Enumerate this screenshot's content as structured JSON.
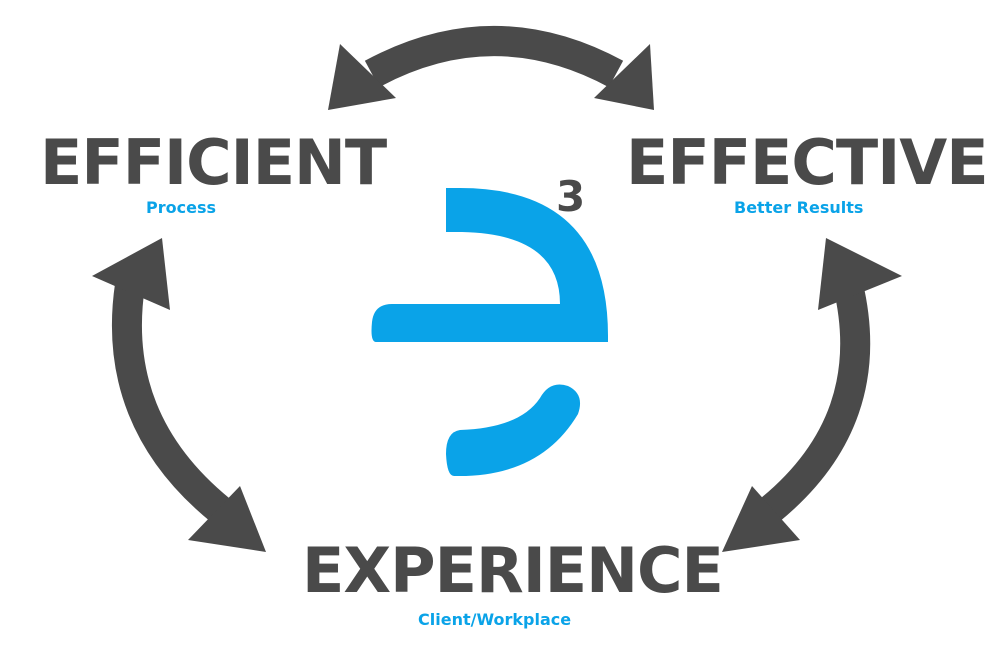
{
  "nodes": {
    "efficient": {
      "title": "EFFICIENT",
      "subtitle": "Process"
    },
    "effective": {
      "title": "EFFECTIVE",
      "subtitle": "Better Results"
    },
    "experience": {
      "title": "EXPERIENCE",
      "subtitle": "Client/Workplace"
    }
  },
  "logo": {
    "exponent": "3"
  },
  "colors": {
    "arrow": "#4a4a4a",
    "accent": "#0aa3e8",
    "title_text": "#4a4a4a"
  },
  "connections": [
    {
      "from": "efficient",
      "to": "effective",
      "direction": "bidirectional"
    },
    {
      "from": "efficient",
      "to": "experience",
      "direction": "bidirectional"
    },
    {
      "from": "effective",
      "to": "experience",
      "direction": "bidirectional"
    }
  ]
}
